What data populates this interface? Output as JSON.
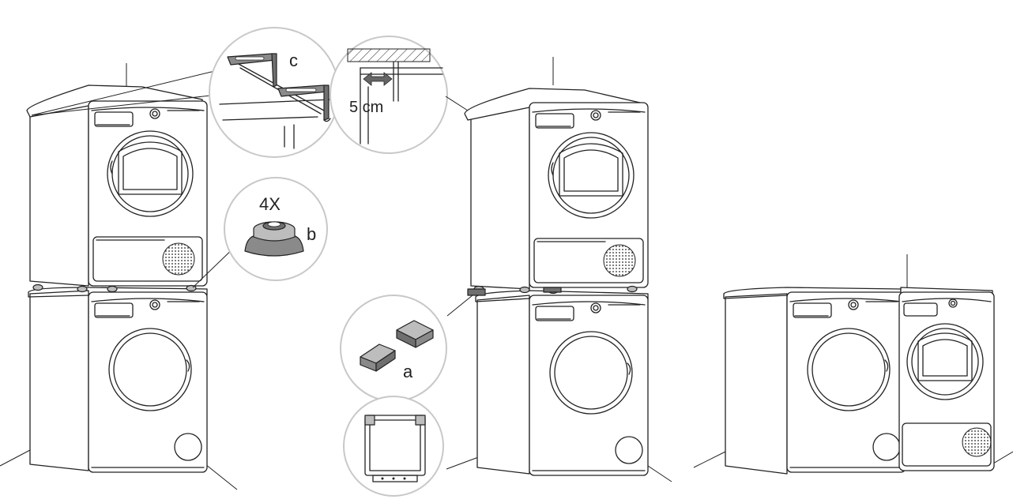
{
  "labels": {
    "bracket": "c",
    "distance": "5 cm",
    "feet_count": "4X",
    "feet": "b",
    "clips": "a"
  },
  "colors": {
    "line": "#222222",
    "callout_border": "#c8c8c8",
    "part_fill": "#8a8a8a",
    "part_fill_light": "#bdbdbd",
    "arrow": "#666666"
  },
  "icons": [
    "tumble-dryer",
    "washing-machine",
    "wall-bracket",
    "foot-pad",
    "stacking-clip",
    "double-arrow"
  ]
}
